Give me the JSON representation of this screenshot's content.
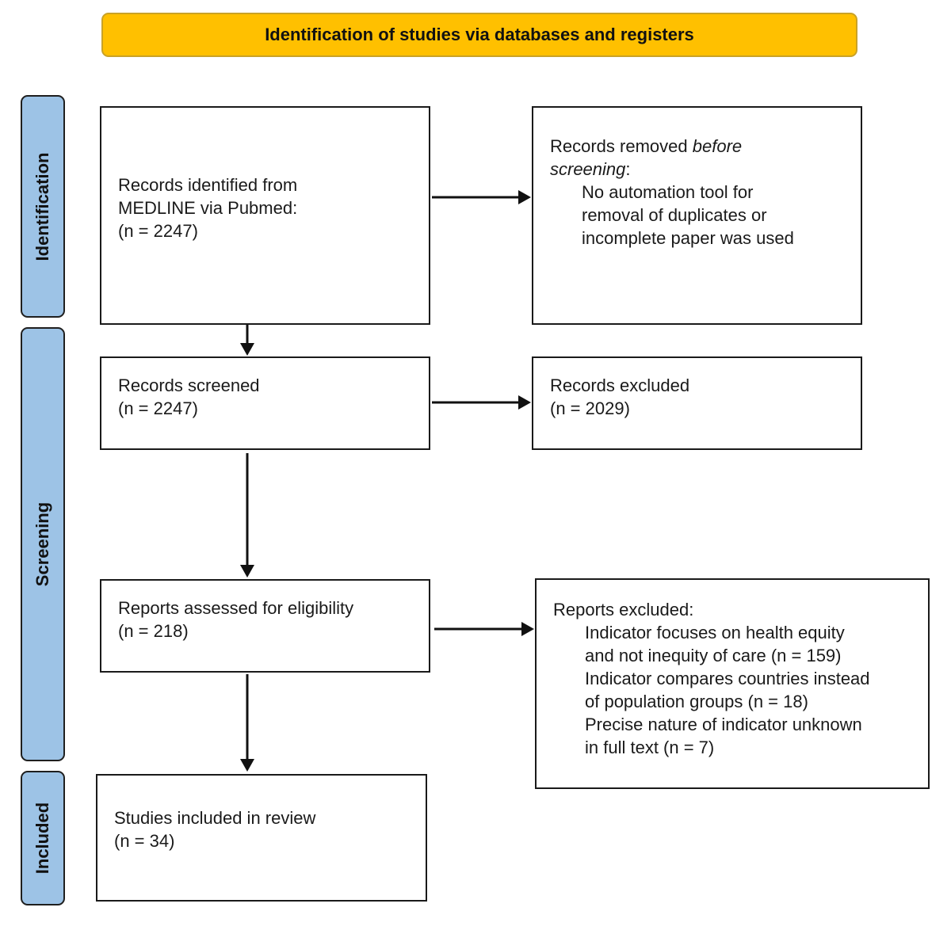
{
  "header": {
    "title": "Identification of studies via databases and registers"
  },
  "stages": {
    "identification": "Identification",
    "screening": "Screening",
    "included": "Included"
  },
  "boxes": {
    "identified": {
      "line1": "Records identified from",
      "line2": "MEDLINE via Pubmed:",
      "line3": "(n = 2247)"
    },
    "removed": {
      "prefix": "Records removed ",
      "italic1": "before",
      "italic2": "screening",
      "suffix": ":",
      "items": [
        "No automation tool for",
        "removal of duplicates or",
        "incomplete paper was used"
      ]
    },
    "screened": {
      "line1": "Records screened",
      "line2": "(n = 2247)"
    },
    "excluded": {
      "line1": "Records excluded",
      "line2": "(n = 2029)"
    },
    "assessed": {
      "line1": "Reports assessed for eligibility",
      "line2": "(n = 218)"
    },
    "reports_excluded": {
      "heading": "Reports excluded:",
      "items": [
        "Indicator focuses on health equity",
        "and not inequity of care (n = 159)",
        "Indicator compares countries instead",
        "of population groups (n = 18)",
        "Precise nature of indicator unknown",
        "in full text (n = 7)"
      ]
    },
    "included": {
      "line1": "Studies included in review",
      "line2": "(n = 34)"
    }
  }
}
